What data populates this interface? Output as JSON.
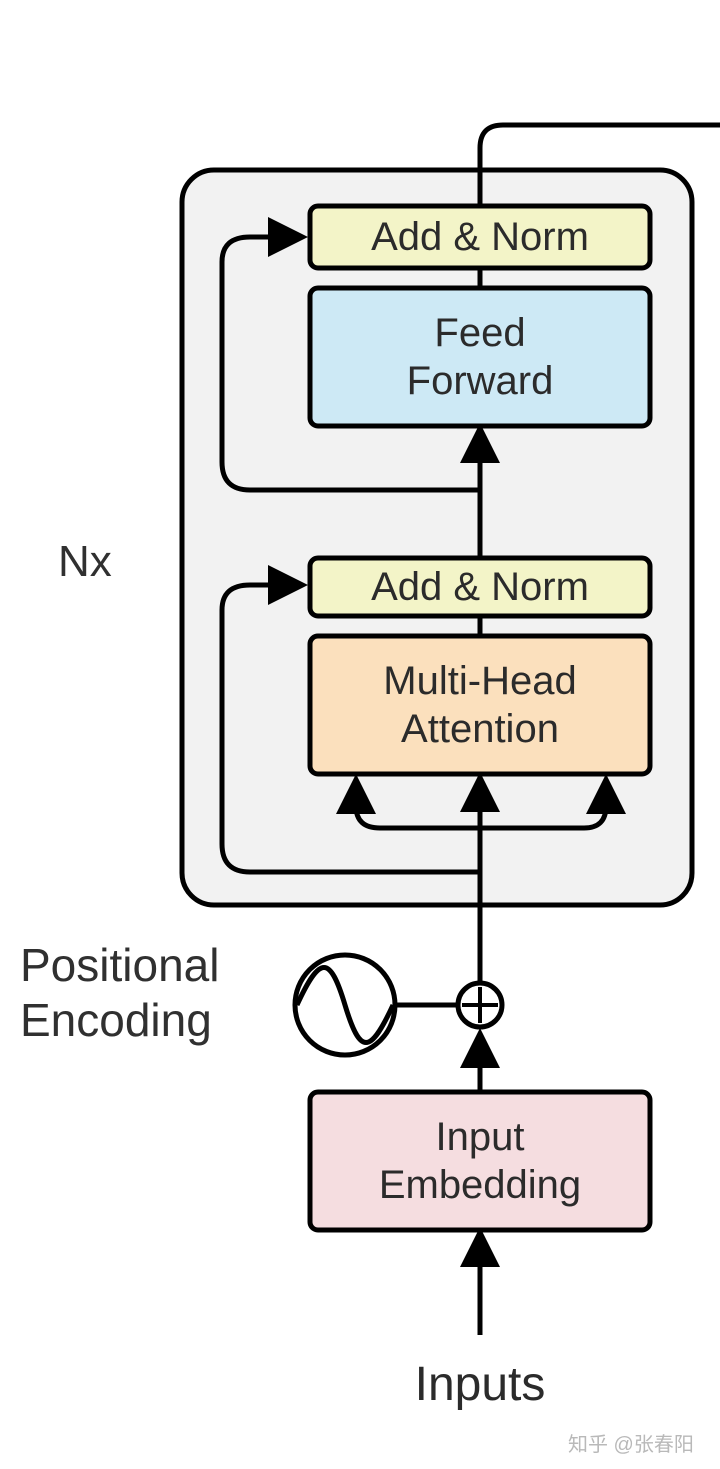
{
  "diagram": {
    "repeat_label": "Nx",
    "blocks": {
      "add_norm_top": {
        "label": "Add & Norm",
        "color": "#f3f4c8"
      },
      "feed_forward": {
        "line1": "Feed",
        "line2": "Forward",
        "color": "#cde9f5"
      },
      "add_norm_bottom": {
        "label": "Add & Norm",
        "color": "#f3f4c8"
      },
      "multi_head_attention": {
        "line1": "Multi-Head",
        "line2": "Attention",
        "color": "#fbe0bd"
      },
      "input_embedding": {
        "line1": "Input",
        "line2": "Embedding",
        "color": "#f5dde0"
      }
    },
    "positional_encoding": {
      "line1": "Positional",
      "line2": "Encoding"
    },
    "inputs_label": "Inputs",
    "layer_background": "#f2f2f2"
  },
  "watermark": "知乎 @张春阳"
}
